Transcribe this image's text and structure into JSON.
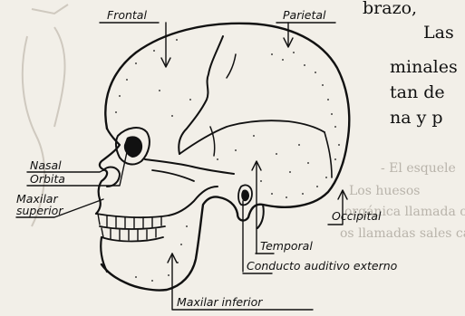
{
  "labels": {
    "frontal": "Frontal",
    "parietal": "Parietal",
    "nasal": "Nasal",
    "orbita": "Orbita",
    "maxilar_superior_1": "Maxilar",
    "maxilar_superior_2": "superior",
    "occipital": "Occipital",
    "temporal": "Temporal",
    "conducto": "Conducto auditivo externo",
    "maxilar_inferior": "Maxilar inferior"
  },
  "page_text": {
    "line1": "brazo,",
    "line2": "Las",
    "line3": "minales",
    "line4": "tan de",
    "line5": "na y p"
  },
  "bleed_text": {
    "b1": "- El esquele",
    "b2": "Los huesos",
    "b3": "orgánica llamada osteína,",
    "b4": "os llamadas sales calcá"
  },
  "colors": {
    "paper": "#f2efe8",
    "ink": "#111111",
    "faint": "#b9b4ab"
  }
}
